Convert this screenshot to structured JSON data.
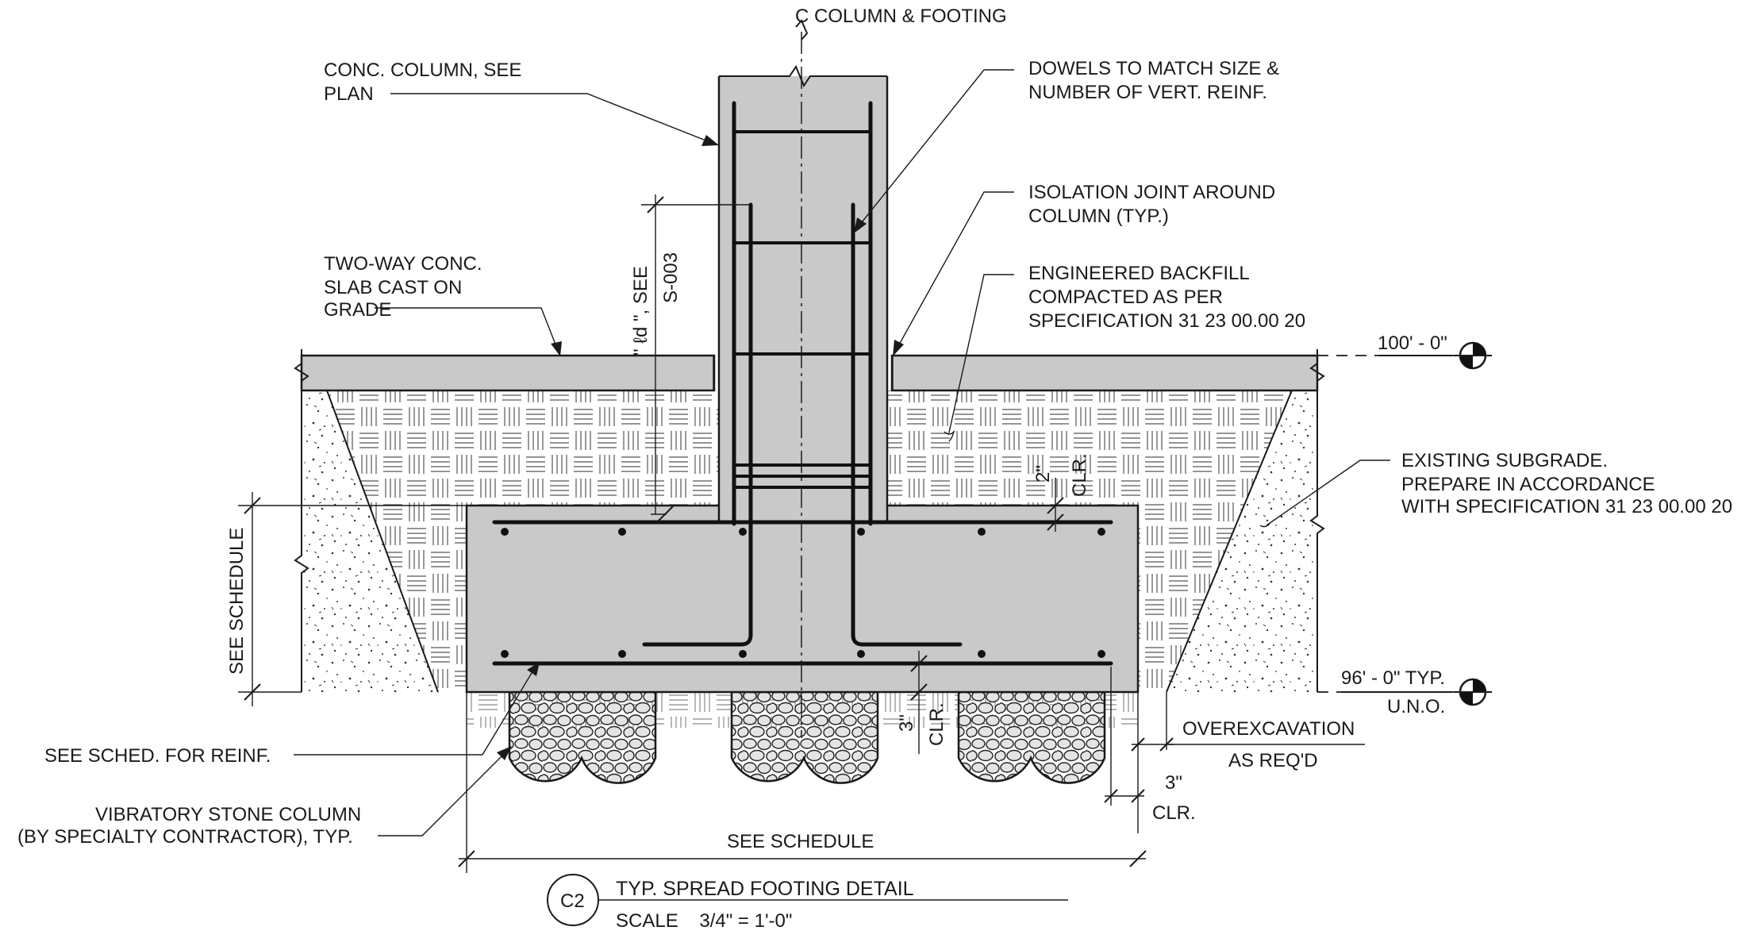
{
  "title_block": {
    "tag": "C2",
    "title": "TYP. SPREAD FOOTING DETAIL",
    "scale": "SCALE    3/4\" = 1'-0\""
  },
  "labels": {
    "column_centerline": "C COLUMN & FOOTING",
    "conc_column_1": "CONC. COLUMN, SEE",
    "conc_column_2": "PLAN",
    "dowels_1": "DOWELS TO MATCH SIZE &",
    "dowels_2": "NUMBER OF VERT. REINF.",
    "isolation_1": "ISOLATION JOINT AROUND",
    "isolation_2": "COLUMN (TYP.)",
    "backfill_1": "ENGINEERED BACKFILL",
    "backfill_2": "COMPACTED AS PER",
    "backfill_3": "SPECIFICATION 31 23 00.00 20",
    "slab_1": "TWO-WAY CONC.",
    "slab_2": "SLAB CAST ON",
    "slab_3": "GRADE",
    "ld_1": "\" ℓd \", SEE",
    "ld_2": "S-003",
    "elev_top": "100' - 0\"",
    "subgrade_1": "EXISTING SUBGRADE.",
    "subgrade_2": "PREPARE IN ACCORDANCE",
    "subgrade_3": "WITH SPECIFICATION 31 23 00.00 20",
    "clr_top_dim": "2\"",
    "clr_top": "CLR.",
    "see_schedule_vert": "SEE SCHEDULE",
    "elev_bottom_1": "96' - 0\" TYP.",
    "elev_bottom_2": "U.N.O.",
    "see_sched_reinf": "SEE SCHED. FOR REINF.",
    "clr_bot_dim": "3\"",
    "clr_bot": "CLR.",
    "overexcavation_1": "OVEREXCAVATION",
    "overexcavation_2": "AS REQ'D",
    "clr_side_dim": "3\"",
    "clr_side": "CLR.",
    "stone_col_1": "VIBRATORY STONE COLUMN",
    "stone_col_2": "(BY SPECIALTY CONTRACTOR), TYP.",
    "see_schedule_horiz": "SEE SCHEDULE"
  }
}
